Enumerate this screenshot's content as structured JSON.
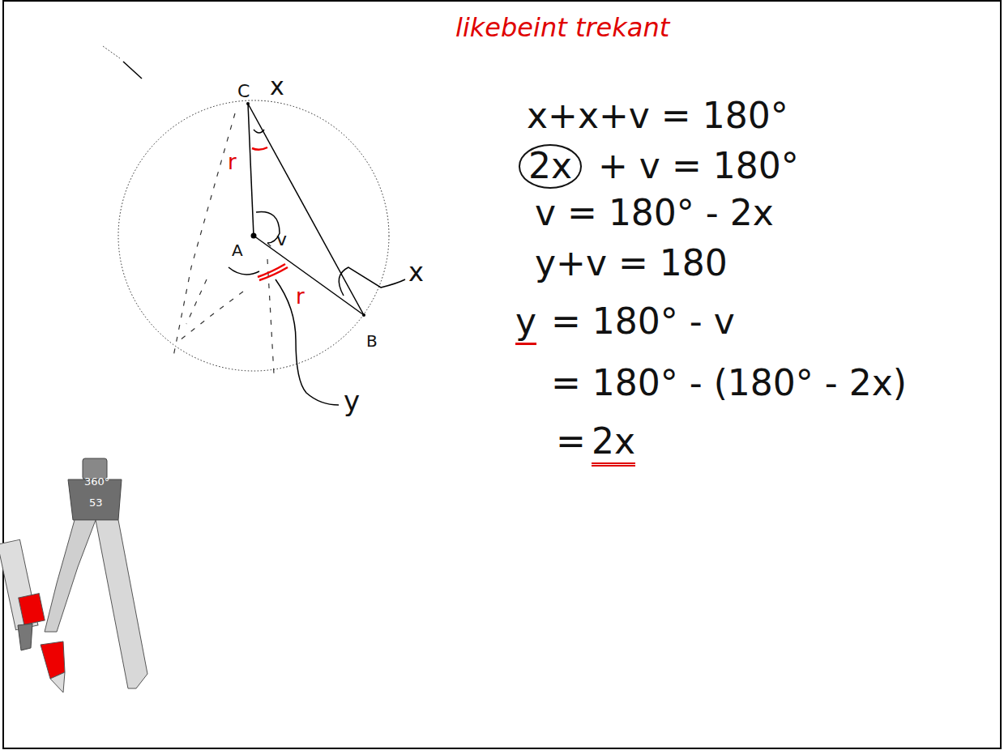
{
  "diagram": {
    "title": "likebeint trekant",
    "labels": [
      "C",
      "x",
      "r",
      "A",
      "v",
      "r",
      "x",
      "B",
      "y",
      "x+x+v = 180°",
      "2x",
      "+ v = 180°",
      "v = 180° - 2x",
      "y+v = 180",
      "y",
      "= 180° - v",
      "= 180° - (180° - 2x)",
      "=",
      "2x",
      "360°",
      "53"
    ]
  }
}
